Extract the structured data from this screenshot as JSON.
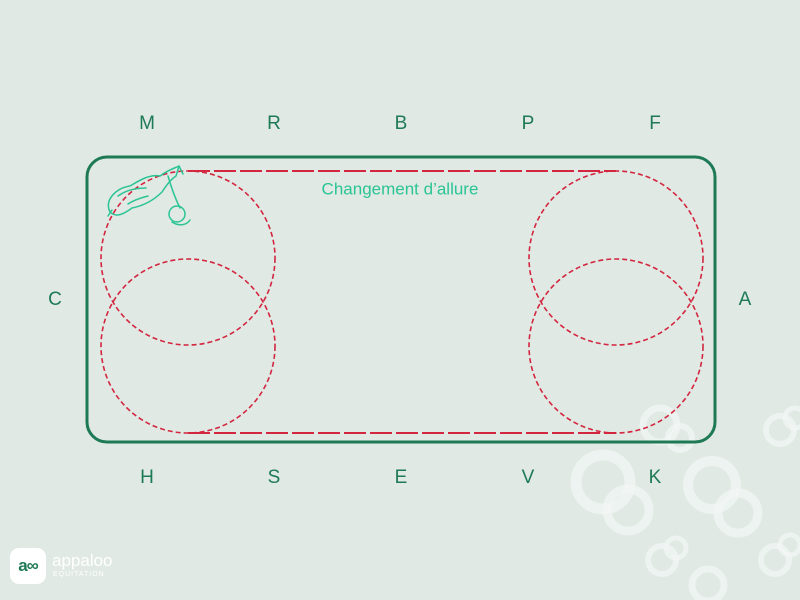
{
  "arena": {
    "letters_top": [
      "M",
      "R",
      "B",
      "P",
      "F"
    ],
    "letters_bottom": [
      "H",
      "S",
      "E",
      "V",
      "K"
    ],
    "letter_left": "C",
    "letter_right": "A"
  },
  "figure": {
    "caption": "Changement d’allure"
  },
  "colors": {
    "background": "#e0e9e4",
    "arena_outline": "#1e7a55",
    "path_line": "#d3263f",
    "letters": "#1e7a55",
    "caption": "#2bc495",
    "decoration": "#f2f6f4"
  },
  "logo": {
    "mark": "a∞",
    "name": "appaloo",
    "tagline": "EQUITATION"
  }
}
